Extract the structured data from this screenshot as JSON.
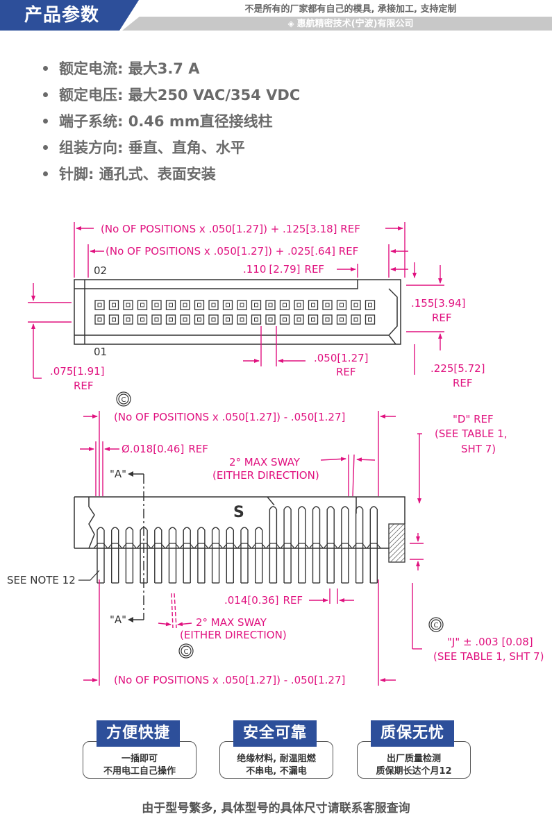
{
  "header": {
    "title": "产品参数",
    "slogan": "不是所有的厂家都有自己的模具, 承接加工, 支持定制",
    "company": "惠航精密技术(宁波)有限公司",
    "accent_color": "#2d4f9a"
  },
  "specs": [
    "额定电流: 最大3.7 A",
    "额定电压: 最大250 VAC/354 VDC",
    "端子系统: 0.46 mm直径接线柱",
    "组装方向: 垂直、直角、水平",
    "针脚: 通孔式、表面安装"
  ],
  "drawing": {
    "dim_color": "#e0117f",
    "label_02": "02",
    "label_01": "01",
    "dim_top1": "(No OF POSITIONS x .050[1.27]) + .125[3.18] REF",
    "dim_top2": "(No OF POSITIONS x .050[1.27]) + .025[.64] REF",
    "dim_110": ".110",
    "dim_110_b": "2.79",
    "dim_110_ref": "REF",
    "dim_155": ".155",
    "dim_155_b": "3.94",
    "dim_155_ref": "REF",
    "dim_050": ".050",
    "dim_050_b": "1.27",
    "dim_050_ref": "REF",
    "dim_075": ".075",
    "dim_075_b": "1.91",
    "dim_075_ref": "REF",
    "dim_225": ".225",
    "dim_225_b": "5.72",
    "dim_225_ref": "REF",
    "circle_c": "C",
    "dim_mid": "(No OF POSITIONS x .050[1.27]) - .050[1.27]",
    "dim_dia": "Ø.018",
    "dim_dia_b": "0.46",
    "dim_dia_ref": "REF",
    "sway1_a": "2° MAX SWAY",
    "sway1_b": "(EITHER DIRECTION)",
    "d_ref_1": "\"D\" REF",
    "d_ref_2": "(SEE TABLE 1,",
    "d_ref_3": "SHT 7)",
    "section_a": "\"A\"",
    "see_note": "SEE NOTE 12",
    "dim_014": ".014",
    "dim_014_b": "0.36",
    "dim_014_ref": "REF",
    "sway2_a": "2° MAX SWAY",
    "sway2_b": "(EITHER DIRECTION)",
    "j_dim": "\"J\" ± .003 [0.08]",
    "j_ref": "(SEE TABLE 1, SHT 7)",
    "dim_bottom": "(No OF POSITIONS x .050[1.27]) - .050[1.27]",
    "logo_mark": "S"
  },
  "features": [
    {
      "title": "方便快捷",
      "line1": "一插即可",
      "line2": "不用电工自己操作"
    },
    {
      "title": "安全可靠",
      "line1": "绝缘材料, 耐温阻燃",
      "line2": "不串电, 不漏电"
    },
    {
      "title": "质保无忧",
      "line1": "出厂质量检测",
      "line2": "质保期长达个月12"
    }
  ],
  "footer_note": "由于型号繁多, 具体型号的具体尺寸请联系客服查询"
}
